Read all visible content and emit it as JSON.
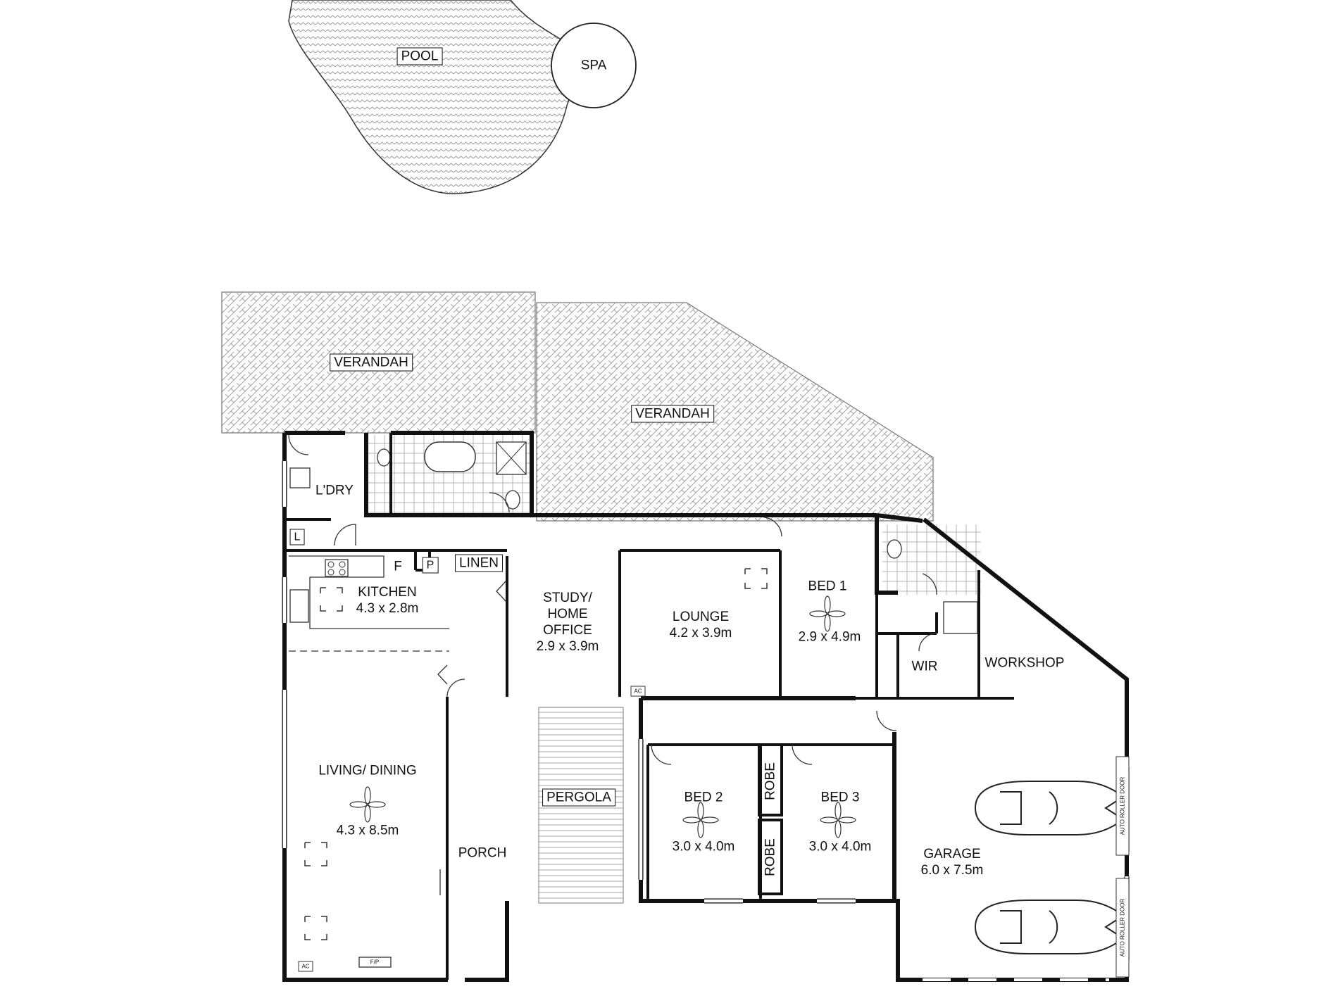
{
  "title": "",
  "rooms": {
    "pool": {
      "name": "POOL"
    },
    "spa": {
      "name": "SPA"
    },
    "verandah1": {
      "name": "VERANDAH"
    },
    "verandah2": {
      "name": "VERANDAH"
    },
    "laundry": {
      "name": "L'DRY"
    },
    "l": {
      "name": "L"
    },
    "f": {
      "name": "F"
    },
    "p": {
      "name": "P"
    },
    "linen": {
      "name": "LINEN"
    },
    "kitchen": {
      "name": "KITCHEN",
      "dims": "4.3 x 2.8m"
    },
    "study": {
      "name": "STUDY/\nHOME\nOFFICE",
      "dims": "2.9 x 3.9m"
    },
    "lounge": {
      "name": "LOUNGE",
      "dims": "4.2 x 3.9m"
    },
    "bed1": {
      "name": "BED 1",
      "dims": "2.9 x 4.9m"
    },
    "wir": {
      "name": "WIR"
    },
    "workshop": {
      "name": "WORKSHOP"
    },
    "living": {
      "name": "LIVING/\nDINING",
      "dims": "4.3 x 8.5m"
    },
    "porch": {
      "name": "PORCH"
    },
    "pergola": {
      "name": "PERGOLA"
    },
    "bed2": {
      "name": "BED 2",
      "dims": "3.0 x 4.0m"
    },
    "robe1": {
      "name": "ROBE"
    },
    "robe2": {
      "name": "ROBE"
    },
    "bed3": {
      "name": "BED 3",
      "dims": "3.0 x 4.0m"
    },
    "garage": {
      "name": "GARAGE",
      "dims": "6.0 x 7.5m"
    }
  },
  "fixtures": {
    "ac1": "AC",
    "ac2": "AC",
    "fp": "F/P",
    "door1": "AUTO ROLLER DOOR",
    "door2": "AUTO ROLLER DOOR"
  }
}
